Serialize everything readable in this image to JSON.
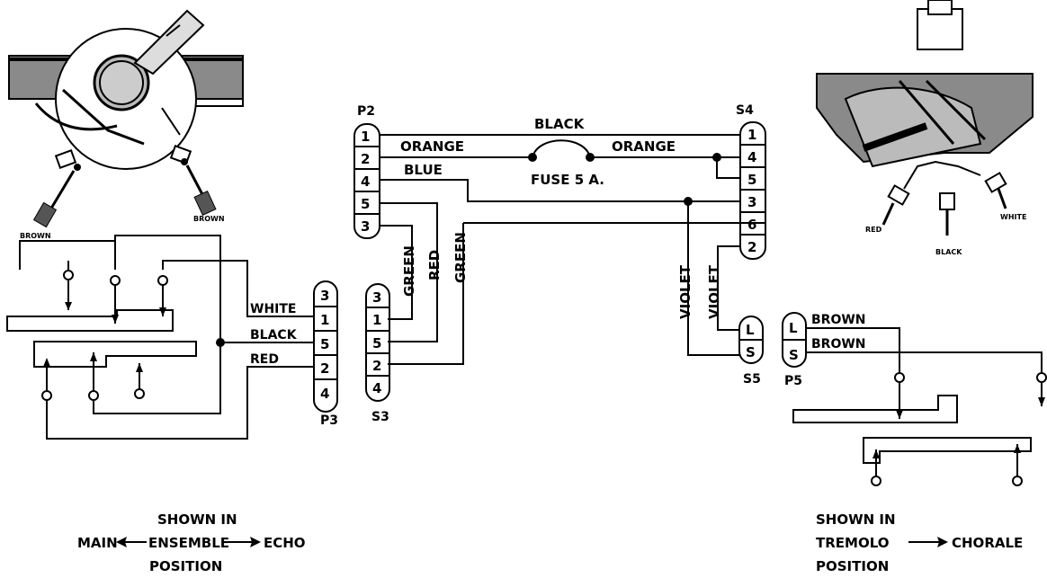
{
  "connectors": {
    "p2": {
      "name": "P2",
      "pins": [
        "1",
        "2",
        "4",
        "5",
        "3"
      ]
    },
    "s4": {
      "name": "S4",
      "pins": [
        "1",
        "4",
        "5",
        "3",
        "6",
        "2"
      ]
    },
    "p3": {
      "name": "P3",
      "pins": [
        "3",
        "1",
        "5",
        "2",
        "4"
      ]
    },
    "s3": {
      "name": "S3",
      "pins": [
        "3",
        "1",
        "5",
        "2",
        "4"
      ]
    },
    "s5": {
      "name": "S5",
      "pins": [
        "L",
        "S"
      ]
    },
    "p5": {
      "name": "P5",
      "pins": [
        "L",
        "S"
      ]
    }
  },
  "wires": {
    "black": "BLACK",
    "orange_left": "ORANGE",
    "orange_right": "ORANGE",
    "blue": "BLUE",
    "fuse": "FUSE 5 A.",
    "green_1": "GREEN",
    "red_mid": "RED",
    "green_2": "GREEN",
    "violet_1": "VIOLET",
    "violet_2": "VIOLET",
    "white": "WHITE",
    "black_left": "BLACK",
    "red_left": "RED",
    "brown_1": "BROWN",
    "brown_2": "BROWN"
  },
  "switch_left": {
    "wire_a": "BROWN",
    "wire_b": "BROWN",
    "caption_line1": "SHOWN IN",
    "caption_line2": "ENSEMBLE",
    "caption_line3": "POSITION",
    "left_label": "MAIN",
    "right_label": "ECHO"
  },
  "switch_right": {
    "wire_red": "RED",
    "wire_black": "BLACK",
    "wire_white": "WHITE",
    "caption_line1": "SHOWN IN",
    "caption_line2": "TREMOLO",
    "caption_line3": "POSITION",
    "right_label": "CHORALE"
  }
}
